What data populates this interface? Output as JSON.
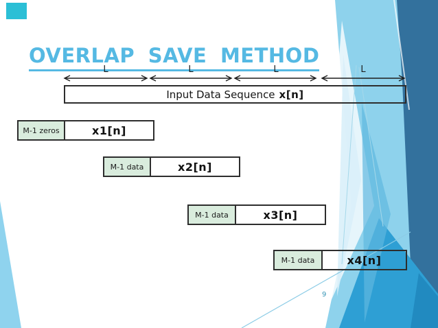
{
  "slide": {
    "title": "OVERLAP SAVE METHOD",
    "page_number": "9",
    "segments": [
      {
        "label": "L"
      },
      {
        "label": "L"
      },
      {
        "label": "L"
      },
      {
        "label": "L"
      }
    ],
    "input_box": {
      "text_regular": "Input Data Sequence",
      "text_bold": "x[n]"
    },
    "blocks": [
      {
        "prefix_label": "M-1 zeros",
        "segment_label": "x1[n]"
      },
      {
        "prefix_label": "M-1 data",
        "segment_label": "x2[n]"
      },
      {
        "prefix_label": "M-1 data",
        "segment_label": "x3[n]"
      },
      {
        "prefix_label": "M-1 data",
        "segment_label": "x4[n]"
      }
    ],
    "colors": {
      "title_blue": "#55B9E3",
      "prefix_cell_green": "#D9ECDD",
      "box_border": "#2D2D2D",
      "page_number_teal": "#3896B6",
      "corner_accent_teal": "#2BBFD6",
      "decor_light_cyan": "#8ED2EC",
      "decor_dark_blue": "#33719D",
      "decor_medium_blue": "#2E9FD4"
    }
  }
}
